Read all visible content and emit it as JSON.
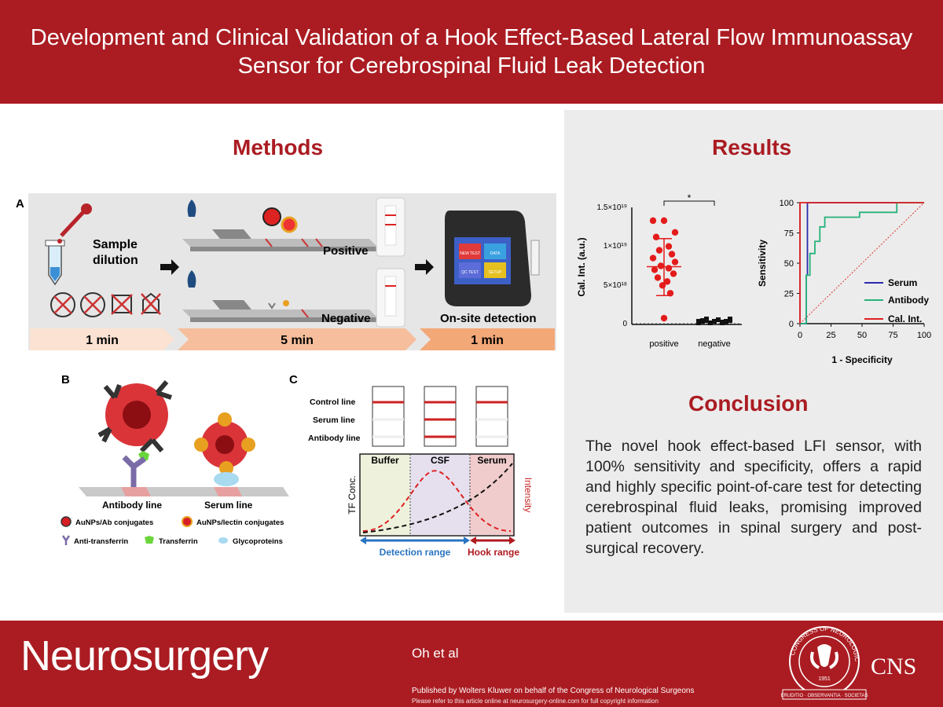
{
  "header": {
    "title": "Development and Clinical Validation of a Hook Effect-Based Lateral Flow Immunoassay Sensor for Cerebrospinal Fluid Leak Detection"
  },
  "methods": {
    "title": "Methods",
    "panelA": {
      "label": "A",
      "sample_label_1": "Sample",
      "sample_label_2": "dilution",
      "positive_label": "Positive",
      "negative_label": "Negative",
      "onsite_label": "On-site detection",
      "step1_time": "1 min",
      "step2_time": "5 min",
      "step3_time": "1 min",
      "device_btns": [
        "NEW TEST",
        "DATA",
        "QC TEST",
        "SETUP"
      ]
    },
    "panelB": {
      "label": "B",
      "antibody_line": "Antibody line",
      "serum_line": "Serum line",
      "legend": {
        "aunp_ab": "AuNPs/Ab conjugates",
        "aunp_lectin": "AuNPs/lectin conjugates",
        "anti_transferrin": "Anti-transferrin",
        "transferrin": "Transferrin",
        "glycoproteins": "Glycoproteins"
      }
    },
    "panelC": {
      "label": "C",
      "control_line": "Control line",
      "serum_line": "Serum line",
      "antibody_line": "Antibody line",
      "regions": [
        "Buffer",
        "CSF",
        "Serum"
      ],
      "y_left": "TF Conc.",
      "y_right": "Intensity",
      "detection_range": "Detection range",
      "hook_range": "Hook range"
    }
  },
  "results": {
    "title": "Results",
    "scatter": {
      "ylabel": "Cal. Int. (a.u.)",
      "yticks": [
        "1.5×10¹⁹",
        "1×10¹⁹",
        "5×10¹⁸",
        "0"
      ],
      "categories": [
        "positive",
        "negative"
      ],
      "significance": "*"
    },
    "roc": {
      "xlabel": "1 - Specificity",
      "ylabel": "Sensitivity",
      "xticks": [
        "0",
        "25",
        "50",
        "75",
        "100"
      ],
      "yticks": [
        "0",
        "25",
        "50",
        "75",
        "100"
      ],
      "legend": [
        "Serum",
        "Antibody",
        "Cal. Int."
      ]
    }
  },
  "conclusion": {
    "title": "Conclusion",
    "text": "The novel hook effect-based LFI sensor, with 100% sensitivity and specificity, offers a rapid and highly specific point-of-care test for detecting cerebrospinal fluid leaks, promising improved patient outcomes in spinal surgery and post-surgical recovery."
  },
  "footer": {
    "journal": "Neurosurgery",
    "authors": "Oh et al",
    "published": "Published  by Wolters Kluwer on behalf of the Congress of Neurological Surgeons",
    "refer": "Please refer to this article online  at neurosurgery-online.com  for full copyright information",
    "cns": "CNS",
    "seal_text": "CONGRESS OF NEUROLOGICAL SURGEONS",
    "seal_year": "1951",
    "seal_motto": "ERUDITIO · OBSERVANTIA · SOCIETAS"
  },
  "colors": {
    "brand_red": "#aa1c22",
    "serum_blue": "#2a2ab0",
    "antibody_green": "#26b27a",
    "calint_red": "#e02020"
  },
  "chart_data": [
    {
      "type": "scatter",
      "ylabel": "Cal. Int. (a.u.)",
      "categories": [
        "positive",
        "negative"
      ],
      "ylim": [
        0,
        1.5e+19
      ],
      "series": [
        {
          "values": [
            1.33e+19,
            1.33e+19,
            1.18e+19,
            1.12e+19,
            1e+19,
            9.5e+18,
            9e+18,
            8.5e+18,
            8e+18,
            7.5e+18,
            7.2e+18,
            7e+18,
            6.5e+18,
            6e+18,
            5.5e+18,
            5e+18,
            4e+18,
            8e+17
          ],
          "mean": 7.4e+18,
          "sd_low": 3.7e+18,
          "sd_high": 1.1e+19
        },
        {
          "values": [
            3e+17,
            2e+17,
            4e+17,
            1e+17,
            2e+17,
            3e+17,
            1e+17,
            2e+17,
            4e+17,
            1e+17,
            3e+17,
            2e+17,
            1e+17,
            2e+17,
            3e+17,
            2e+17,
            1e+17,
            2e+17
          ]
        }
      ]
    },
    {
      "type": "line",
      "xlabel": "1 - Specificity",
      "ylabel": "Sensitivity",
      "xlim": [
        0,
        100
      ],
      "ylim": [
        0,
        100
      ],
      "series": [
        {
          "name": "Serum",
          "x": [
            0,
            5,
            5,
            6,
            6,
            100
          ],
          "y": [
            0,
            0,
            40,
            40,
            100,
            100
          ]
        },
        {
          "name": "Antibody",
          "x": [
            0,
            5,
            5,
            8,
            8,
            12,
            12,
            16,
            16,
            20,
            20,
            48,
            48,
            78,
            78,
            100
          ],
          "y": [
            0,
            0,
            40,
            40,
            58,
            58,
            68,
            68,
            80,
            80,
            88,
            88,
            92,
            92,
            100,
            100
          ]
        },
        {
          "name": "Cal. Int.",
          "x": [
            0,
            0,
            100
          ],
          "y": [
            0,
            100,
            100
          ]
        }
      ]
    }
  ]
}
